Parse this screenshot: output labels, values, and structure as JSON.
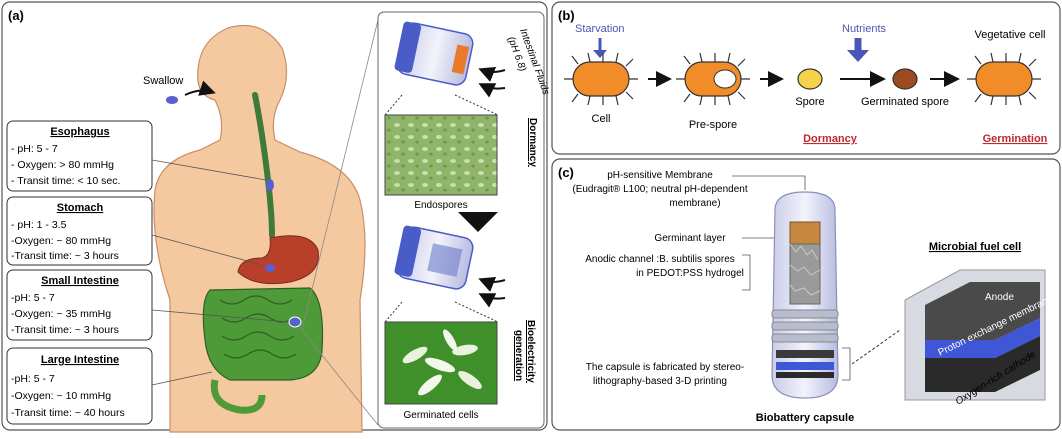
{
  "panel_a": {
    "label": "(a)",
    "swallow": "Swallow",
    "intestinal_fluids": "Intestinal Fluids",
    "intestinal_ph": "(pH 6.8)",
    "endospores": "Endospores",
    "dormancy": "Dormancy",
    "germinated_cells": "Germinated cells",
    "bioelectricity_1": "Bioelectricity",
    "bioelectricity_2": "generation",
    "organs": [
      {
        "title": "Esophagus",
        "ph": "- pH: 5 - 7",
        "oxygen": "- Oxygen: > 80 mmHg",
        "transit": "- Transit time: < 10 sec."
      },
      {
        "title": "Stomach",
        "ph": "- pH: 1 - 3.5",
        "oxygen": "-Oxygen: ~ 80 mmHg",
        "transit": "-Transit time: ~ 3 hours"
      },
      {
        "title": "Small Intestine",
        "ph": "-pH: 5 - 7",
        "oxygen": "-Oxygen: ~ 35 mmHg",
        "transit": "-Transit time: ~ 3 hours"
      },
      {
        "title": "Large Intestine",
        "ph": "-pH: 5 - 7",
        "oxygen": "-Oxygen: ~ 10 mmHg",
        "transit": "-Transit time: ~ 40 hours"
      }
    ]
  },
  "panel_b": {
    "label": "(b)",
    "starvation": "Starvation",
    "nutrients": "Nutrients",
    "cell": "Cell",
    "pre_spore": "Pre-spore",
    "spore": "Spore",
    "germinated_spore": "Germinated spore",
    "vegetative_cell": "Vegetative cell",
    "dormancy": "Dormancy",
    "germination": "Germination"
  },
  "panel_c": {
    "label": "(c)",
    "membrane_1": "pH-sensitive Membrane",
    "membrane_2": "(Eudragit® L100; neutral pH-dependent",
    "membrane_3": "membrane)",
    "germinant_layer": "Germinant layer",
    "anodic_1": "Anodic channel :B. subtilis spores",
    "anodic_2": "in PEDOT:PSS hydrogel",
    "fabricated_1": "The capsule is fabricated by stereo-",
    "fabricated_2": "lithography-based 3-D printing",
    "biobattery_capsule": "Biobattery capsule",
    "mfc_title": "Microbial fuel cell",
    "anode": "Anode",
    "pem": "Proton exchange membrane",
    "cathode": "Oxygen-rich cathode"
  },
  "colors": {
    "skin": "#f5c9a0",
    "esophagus": "#3f7a3a",
    "stomach": "#b8402a",
    "intestine": "#4f9a38",
    "bacterium": "#f28c28",
    "capsule_blue": "#4a5cc8",
    "dormancy_red": "#c0282d",
    "arrow_blue": "#4a55b8"
  }
}
